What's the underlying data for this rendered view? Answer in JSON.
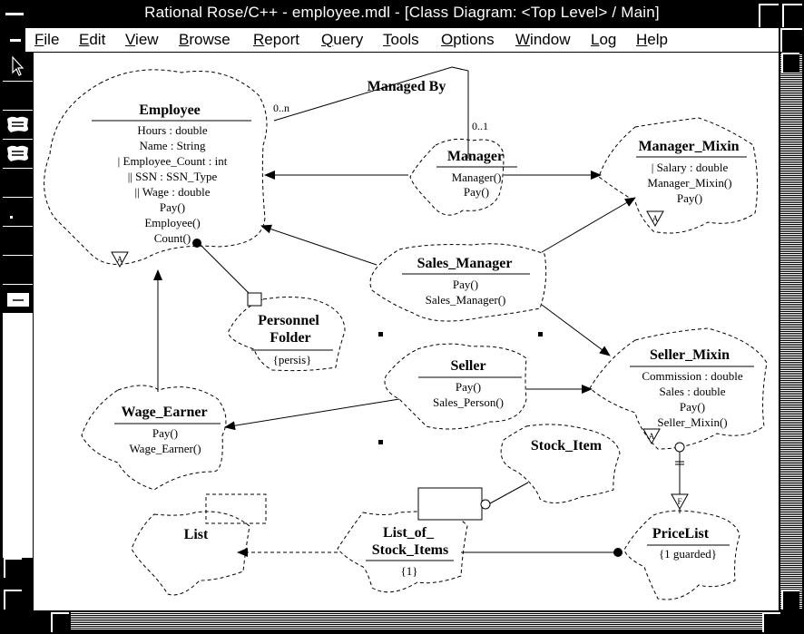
{
  "window": {
    "title": "Rational Rose/C++ - employee.mdl - [Class Diagram: <Top Level> / Main]"
  },
  "menubar": {
    "items": [
      {
        "mnemonic": "F",
        "rest": "ile"
      },
      {
        "mnemonic": "E",
        "rest": "dit"
      },
      {
        "mnemonic": "V",
        "rest": "iew"
      },
      {
        "mnemonic": "B",
        "rest": "rowse"
      },
      {
        "mnemonic": "R",
        "rest": "eport"
      },
      {
        "mnemonic": "Q",
        "rest": "uery"
      },
      {
        "mnemonic": "T",
        "rest": "ools"
      },
      {
        "mnemonic": "O",
        "rest": "ptions"
      },
      {
        "mnemonic": "W",
        "rest": "indow"
      },
      {
        "mnemonic": "L",
        "rest": "og"
      },
      {
        "mnemonic": "H",
        "rest": "elp"
      }
    ]
  },
  "toolbox": {
    "tools": [
      "pointer-tool",
      "blank-tool",
      "class-tool",
      "parameterized-class-tool",
      "blank-tool",
      "point-tool",
      "blank-tool",
      "blank-tool",
      "blank-tool",
      "note-tool"
    ]
  },
  "diagram": {
    "classes": {
      "employee": {
        "name": "Employee",
        "members": [
          "Hours : double",
          "Name : String",
          "|  Employee_Count : int",
          "||   SSN : SSN_Type",
          "||   Wage : double",
          "Pay()",
          "Employee()",
          "Count()"
        ],
        "adornment": "A"
      },
      "manager": {
        "name": "Manager",
        "members": [
          "Manager()",
          "Pay()"
        ]
      },
      "manager_mixin": {
        "name": "Manager_Mixin",
        "members": [
          "|   Salary : double",
          "Manager_Mixin()",
          "Pay()"
        ],
        "adornment": "A"
      },
      "sales_manager": {
        "name": "Sales_Manager",
        "members": [
          "Pay()",
          "Sales_Manager()"
        ]
      },
      "personnel_folder": {
        "name_line1": "Personnel",
        "name_line2": "Folder",
        "members": [
          "{persis}"
        ]
      },
      "seller": {
        "name": "Seller",
        "members": [
          "Pay()",
          "Sales_Person()"
        ]
      },
      "seller_mixin": {
        "name": "Seller_Mixin",
        "members": [
          "Commission : double",
          "Sales : double",
          "Pay()",
          "Seller_Mixin()"
        ],
        "adornment": "A"
      },
      "wage_earner": {
        "name": "Wage_Earner",
        "members": [
          "Pay()",
          "Wage_Earner()"
        ]
      },
      "stock_item": {
        "name": "Stock_Item"
      },
      "list": {
        "name": "List"
      },
      "list_of_stock_items": {
        "name_line1": "List_of_",
        "name_line2": "Stock_Items",
        "members": [
          "{1}"
        ]
      },
      "price_list": {
        "name": "PriceList",
        "members": [
          "{1 guarded}"
        ],
        "adornment": "F"
      }
    },
    "associations": {
      "managed_by": {
        "label": "Managed By",
        "mult_employee": "0..n",
        "mult_manager": "0..1"
      }
    }
  }
}
